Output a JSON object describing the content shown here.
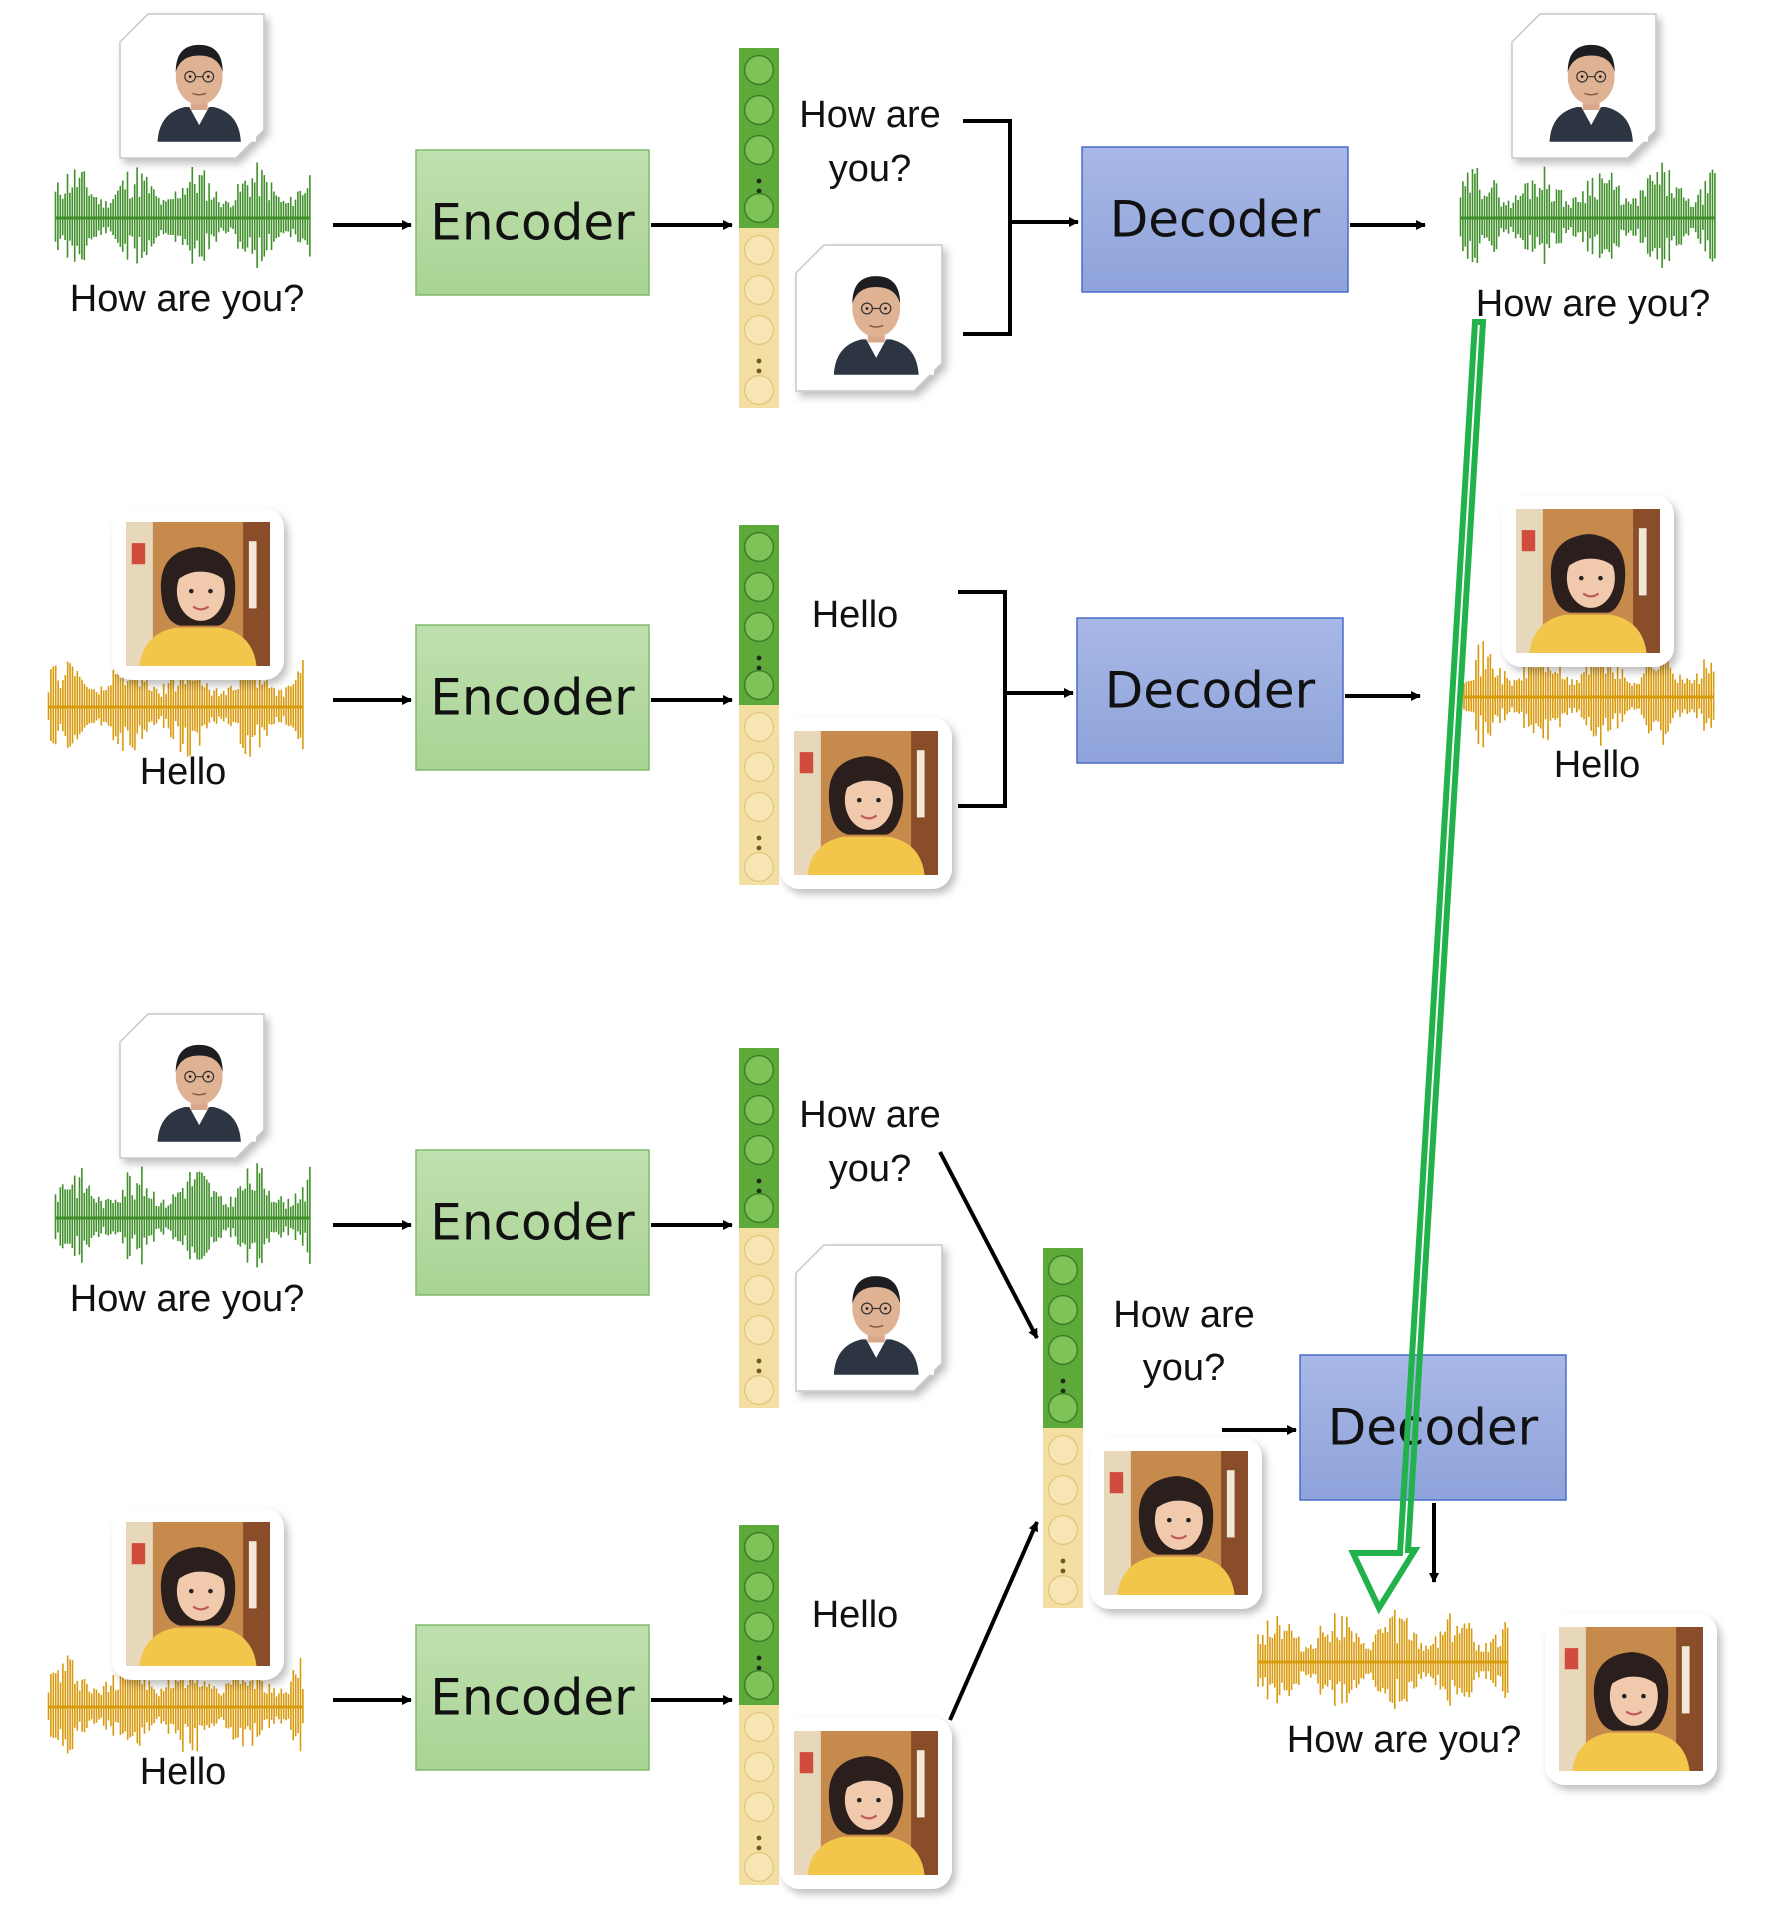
{
  "labels": {
    "encoder": "Encoder",
    "decoder": "Decoder",
    "utterance_a": "How are you?",
    "utterance_a_line1": "How are",
    "utterance_a_line2": "you?",
    "utterance_b": "Hello"
  },
  "colors": {
    "encoder_fill": "#b2d8a0",
    "encoder_stroke": "#7fba6a",
    "decoder_fill": "#94a8dc",
    "decoder_stroke": "#4a6bc9",
    "content_code": "#5daa3b",
    "speaker_code": "#f3dfa1",
    "waveform_speaker_a": "#3f8f2a",
    "waveform_speaker_b": "#d99a0c",
    "swap_arrow": "#22b24c"
  },
  "icons": {
    "speaker_a": "male-face-photo",
    "speaker_b": "female-face-photo"
  }
}
